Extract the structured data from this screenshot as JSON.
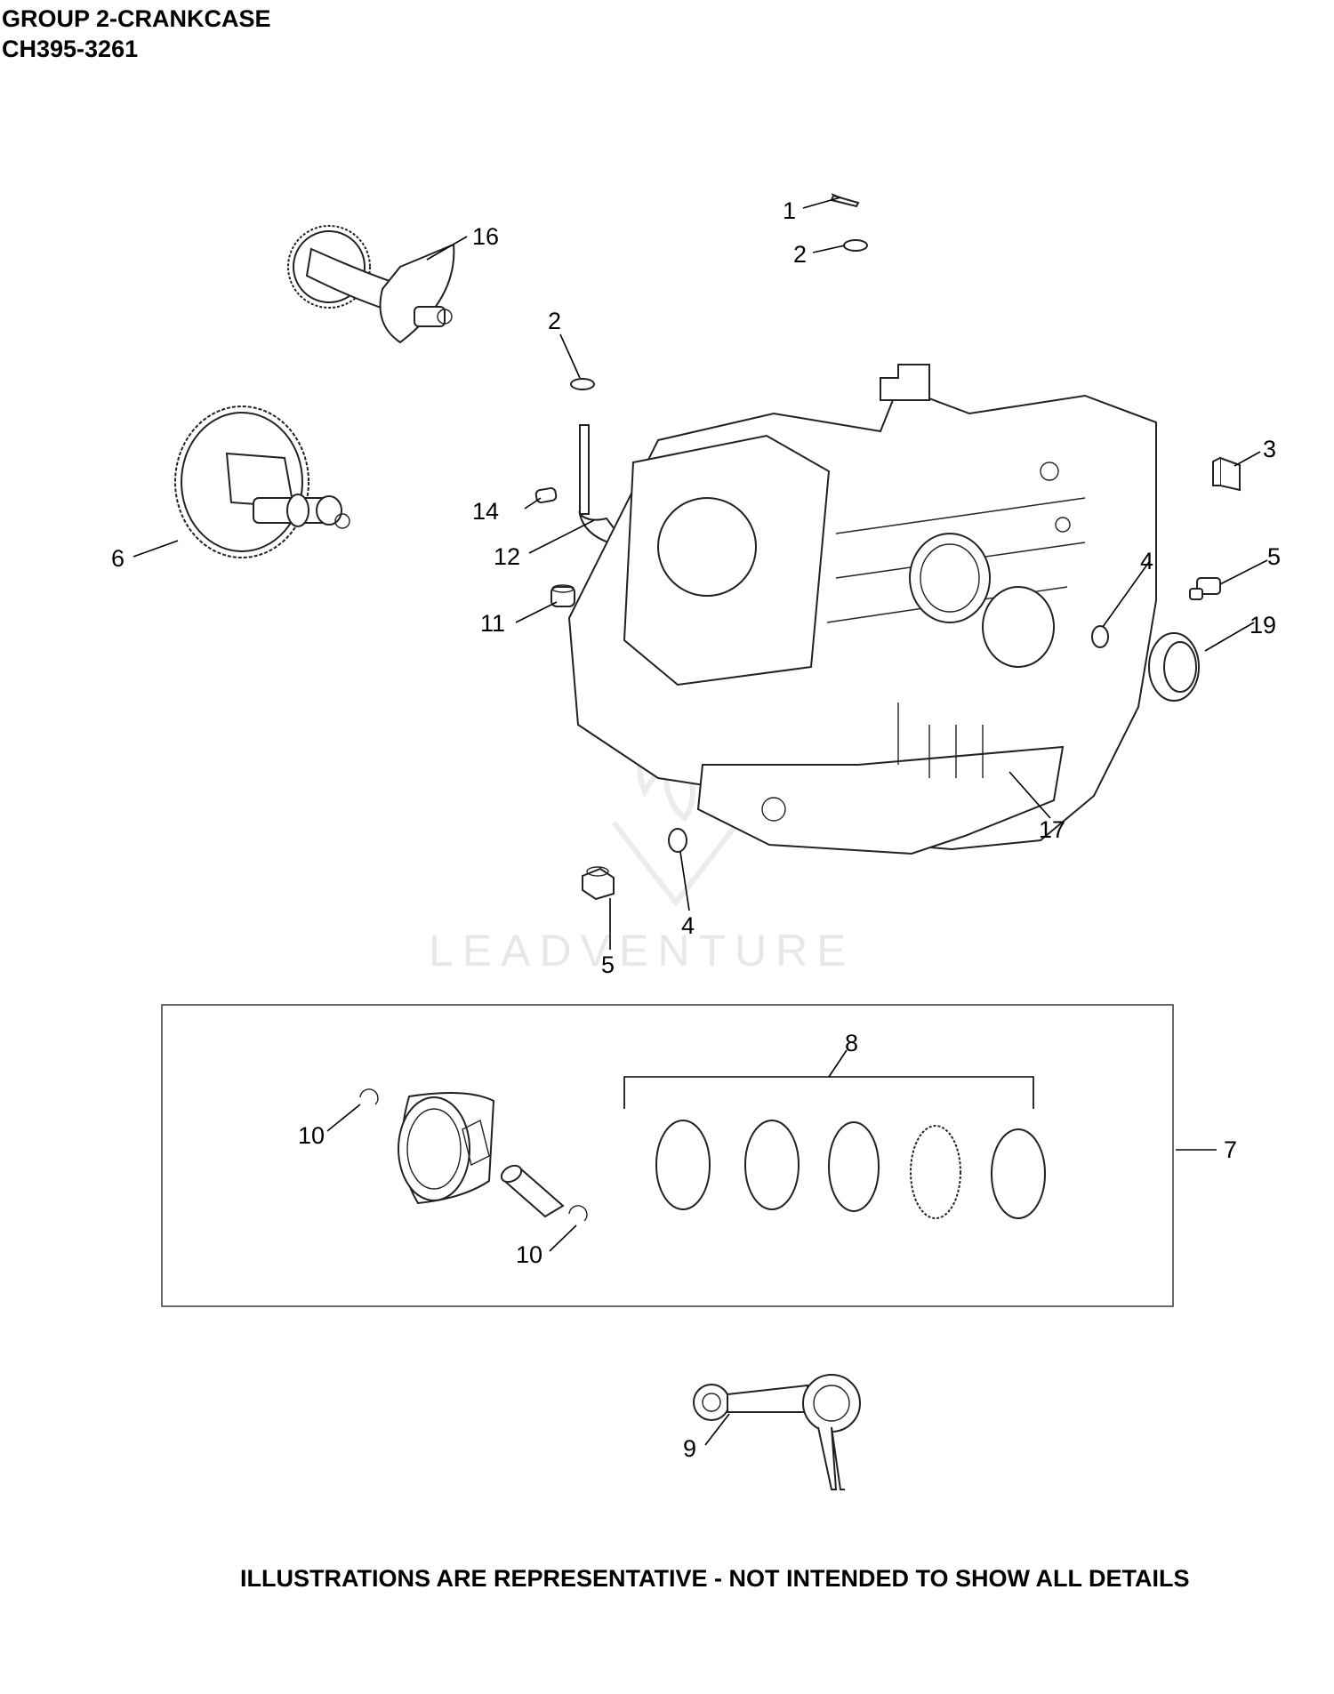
{
  "header": {
    "title": "GROUP 2-CRANKCASE",
    "model": "CH395-3261"
  },
  "footer": {
    "note": "ILLUSTRATIONS ARE REPRESENTATIVE - NOT INTENDED TO SHOW ALL DETAILS"
  },
  "watermark": {
    "text": "LEADVENTURE"
  },
  "callouts": {
    "c1": "1",
    "c2a": "2",
    "c2b": "2",
    "c3": "3",
    "c4a": "4",
    "c4b": "4",
    "c5a": "5",
    "c5b": "5",
    "c6": "6",
    "c7": "7",
    "c8": "8",
    "c9": "9",
    "c10a": "10",
    "c10b": "10",
    "c11": "11",
    "c12": "12",
    "c14": "14",
    "c16": "16",
    "c17": "17",
    "c19": "19"
  }
}
